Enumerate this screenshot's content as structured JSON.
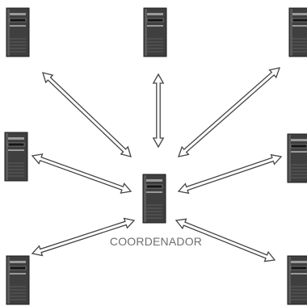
{
  "diagram": {
    "coordinator_label": "COORDENADOR",
    "nodes": [
      {
        "id": "top-left"
      },
      {
        "id": "top-center"
      },
      {
        "id": "top-right"
      },
      {
        "id": "middle-left"
      },
      {
        "id": "middle-right"
      },
      {
        "id": "bottom-left"
      },
      {
        "id": "bottom-right"
      },
      {
        "id": "coordinator"
      }
    ],
    "links": [
      {
        "from": "top-left",
        "to": "coordinator"
      },
      {
        "from": "top-center",
        "to": "coordinator"
      },
      {
        "from": "top-right",
        "to": "coordinator"
      },
      {
        "from": "middle-left",
        "to": "coordinator"
      },
      {
        "from": "middle-right",
        "to": "coordinator"
      },
      {
        "from": "bottom-left",
        "to": "coordinator"
      },
      {
        "from": "bottom-right",
        "to": "coordinator"
      }
    ],
    "colors": {
      "server_body": "#3f3f3f",
      "server_edge": "#1e1e1e",
      "server_detail": "#9a9a9a",
      "arrow_fill": "#ffffff",
      "arrow_stroke": "#444444",
      "label": "#6e6e6e"
    }
  }
}
